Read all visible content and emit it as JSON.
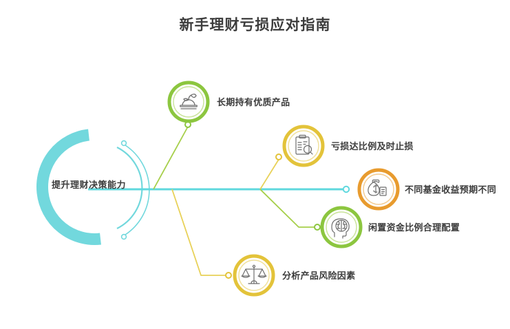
{
  "title": "新手理财亏损应对指南",
  "center": {
    "label": "提升理财决策能力",
    "accent_color": "#72d8dd",
    "ring_light_color": "#8fe0e4"
  },
  "spine": {
    "color": "#5fd8de",
    "endpoint_dot_color": "#5fd8de"
  },
  "branches": [
    {
      "id": "branch-1",
      "label": "长期持有优质产品",
      "icon": "covered-dish-with-leaf-icon",
      "ring_color": "#8cc63f",
      "ring_inner_color": "#c9e39a",
      "line_color": "#a6cf4a",
      "dot_color": "#8cc63f"
    },
    {
      "id": "branch-2",
      "label": "亏损达比例及时止损",
      "icon": "clipboard-chart-icon",
      "ring_color": "#e3c33a",
      "ring_inner_color": "#f0e09a",
      "line_color": "#e8d158",
      "dot_color": "#e3c33a"
    },
    {
      "id": "branch-3",
      "label": "不同基金收益预期不同",
      "icon": "money-bag-icon",
      "ring_color": "#e89b2e",
      "ring_inner_color": "#f3cb90",
      "line_color": "#5fd8de",
      "dot_color": "#5fd8de"
    },
    {
      "id": "branch-4",
      "label": "闲置资金比例合理配置",
      "icon": "head-brain-icon",
      "ring_color": "#8cc63f",
      "ring_inner_color": "#c9e39a",
      "line_color": "#a6cf4a",
      "dot_color": "#8cc63f"
    },
    {
      "id": "branch-5",
      "label": "分析产品风险因素",
      "icon": "balance-scales-icon",
      "ring_color": "#e3c33a",
      "ring_inner_color": "#f0e09a",
      "line_color": "#e8d158",
      "dot_color": "#e3c33a"
    }
  ],
  "icon_stroke_color": "#6e6e6e"
}
